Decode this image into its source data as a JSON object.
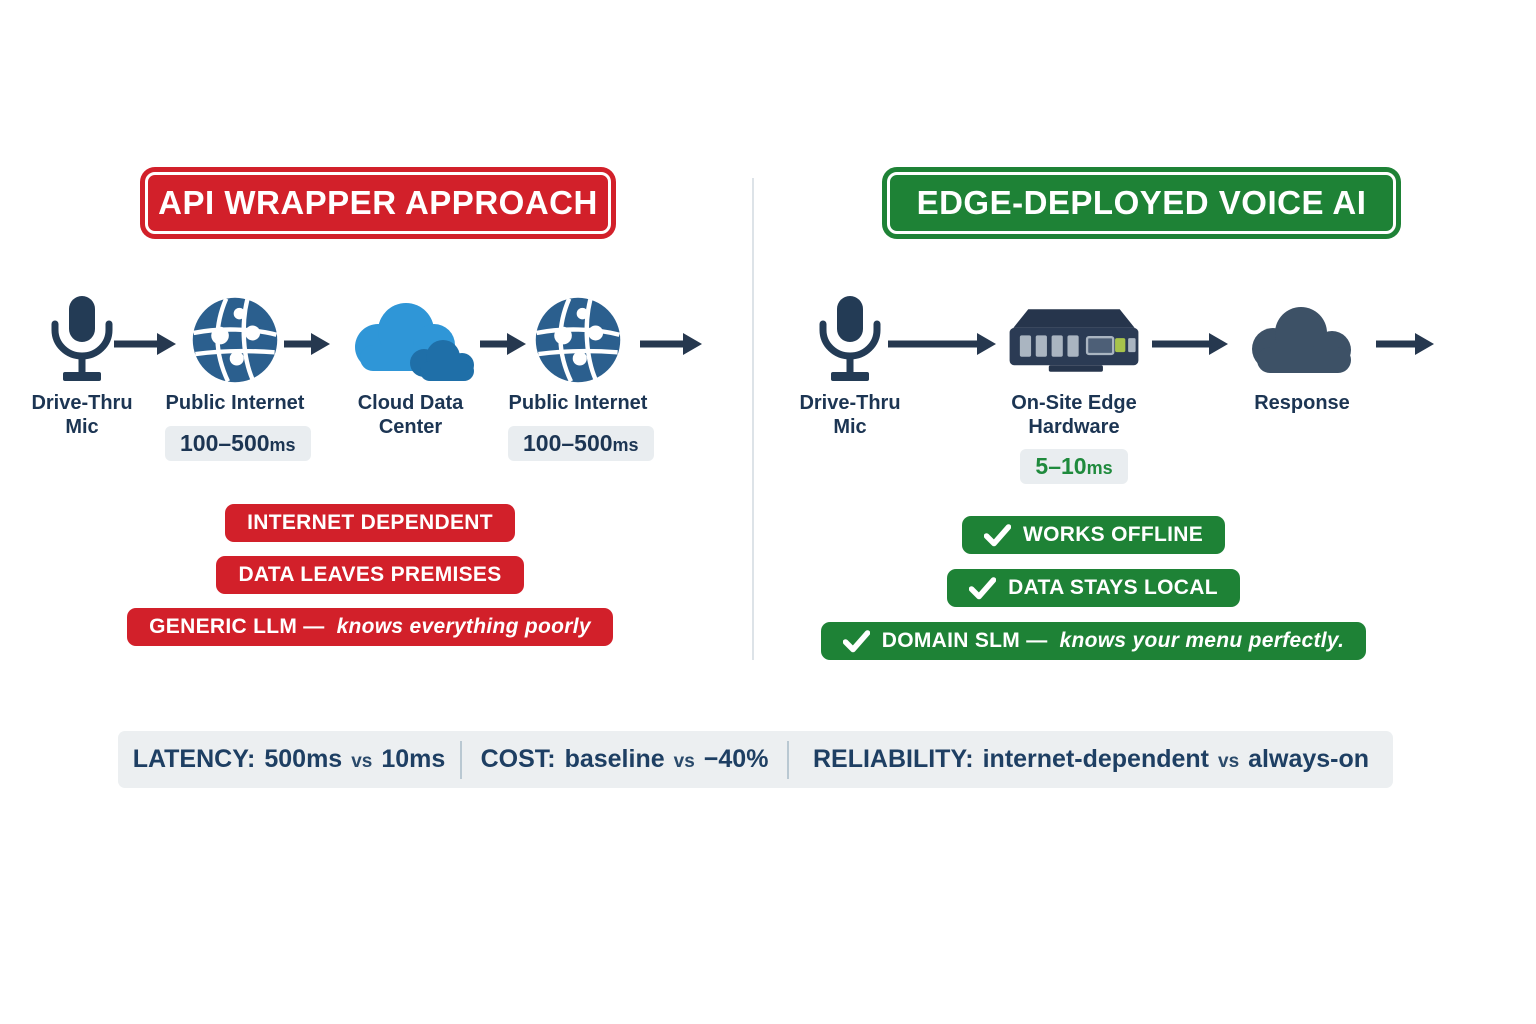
{
  "left": {
    "title": "API WRAPPER APPROACH",
    "flow": [
      {
        "icon": "microphone-icon",
        "label": "Drive-Thru\nMic"
      },
      {
        "icon": "globe-icon",
        "label": "Public Internet",
        "latency_value": "100–500",
        "latency_unit": "ms"
      },
      {
        "icon": "cloud-data-center-icon",
        "label": "Cloud Data Center"
      },
      {
        "icon": "globe-icon",
        "label": "Public Internet",
        "latency_value": "100–500",
        "latency_unit": "ms"
      }
    ],
    "badges": [
      {
        "text": "INTERNET DEPENDENT"
      },
      {
        "text": "DATA LEAVES PREMISES"
      },
      {
        "bold": "GENERIC LLM —",
        "italic": "knows everything poorly"
      }
    ]
  },
  "right": {
    "title": "EDGE-DEPLOYED VOICE AI",
    "flow": [
      {
        "icon": "microphone-icon",
        "label": "Drive-Thru\nMic"
      },
      {
        "icon": "edge-server-icon",
        "label": "On-Site Edge\nHardware",
        "latency_value": "5–10",
        "latency_unit": "ms"
      },
      {
        "icon": "cloud-icon",
        "label": "Response"
      }
    ],
    "badges": [
      {
        "icon": "check-icon",
        "text": "WORKS OFFLINE"
      },
      {
        "icon": "check-icon",
        "text": "DATA STAYS LOCAL"
      },
      {
        "icon": "check-icon",
        "bold": "DOMAIN SLM —",
        "italic": "knows your menu perfectly."
      }
    ]
  },
  "stats": {
    "items": [
      {
        "label": "LATENCY:",
        "value1": "500ms",
        "vs": "vs",
        "value2": "10ms"
      },
      {
        "label": "COST:",
        "value1": "baseline",
        "vs": "vs",
        "value2": "−40%"
      },
      {
        "label": "RELIABILITY:",
        "value1": "internet-dependent",
        "vs": "vs",
        "value2": "always-on"
      }
    ]
  },
  "colors": {
    "red_accent": "#d2202a",
    "green_accent": "#1e8236",
    "navy_text": "#1c3553",
    "latency_green_text": "#1f8a3d",
    "badge_bg": "#e9edf0",
    "stats_bar_bg": "#eceff1",
    "globe_blue": "#2b5f8e",
    "cloud_light_blue": "#2f96d7",
    "cloud_mid_blue": "#1f6fa8",
    "response_slate": "#3d5166",
    "device_navy": "#2b3b54",
    "arrow_navy": "#26384f"
  }
}
